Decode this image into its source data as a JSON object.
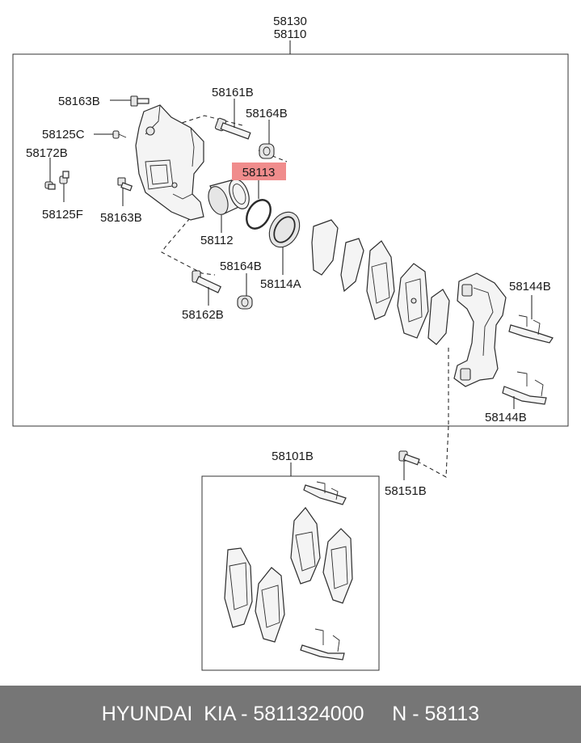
{
  "labels": {
    "assy_top": "58130",
    "assy_bottom": "58110",
    "bolt_top": "58163B",
    "pin_top": "58161B",
    "boot_top": "58164B",
    "bleeder_cap": "58125C",
    "bleeder_a": "58172B",
    "bleeder_b": "58125F",
    "bolt_bottom": "58163B",
    "seal": "58113",
    "piston": "58112",
    "boot_lower": "58164B",
    "piston_boot": "58114A",
    "pin_bottom": "58162B",
    "clip_top": "58144B",
    "clip_bottom": "58144B",
    "pad_kit": "58101B",
    "guide_bolt": "58151B"
  },
  "highlight_color": "#f08c8c",
  "footer": {
    "text": "HYUNDAI  KIA - 5811324000     N - 58113"
  }
}
